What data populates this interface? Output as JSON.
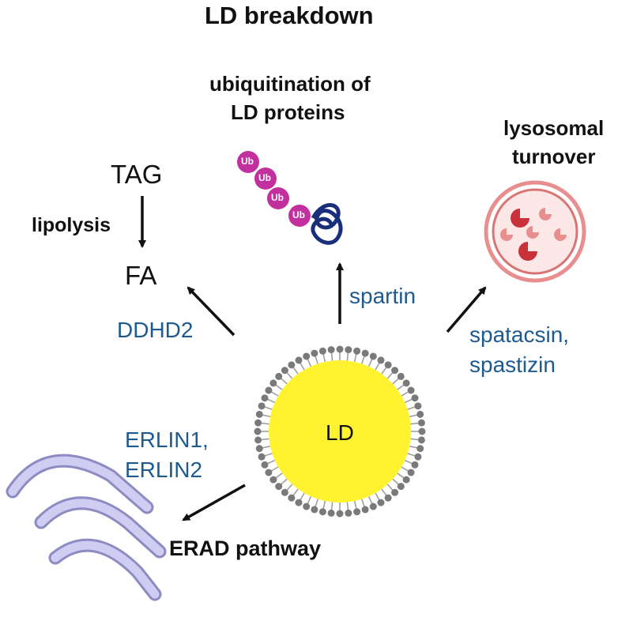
{
  "title": "LD  breakdown",
  "lipolysis": {
    "substrate": "TAG",
    "process_label": "lipolysis",
    "product": "FA",
    "enzyme": "DDHD2"
  },
  "ubiquitination": {
    "heading_line1": "ubiquitination of",
    "heading_line2": "LD proteins",
    "tag_label": "Ub",
    "enzyme": "spartin"
  },
  "lysosomal": {
    "heading_line1": "lysosomal",
    "heading_line2": "turnover",
    "enzyme_line1": "spatacsin,",
    "enzyme_line2": "spastizin"
  },
  "center": {
    "label": "LD"
  },
  "erad": {
    "enzyme_line1": "ERLIN1,",
    "enzyme_line2": "ERLIN2",
    "label": "ERAD pathway"
  },
  "colors": {
    "text_blue": "#1f5a8f",
    "ld_core": "#fff22e",
    "membrane": "#7a7a7a",
    "ub": "#c2309e",
    "protein": "#1a2f7a",
    "lysosome_outer": "#e88e8e",
    "lysosome_inner": "#fbe8e6",
    "er": "#b9b8e6"
  }
}
